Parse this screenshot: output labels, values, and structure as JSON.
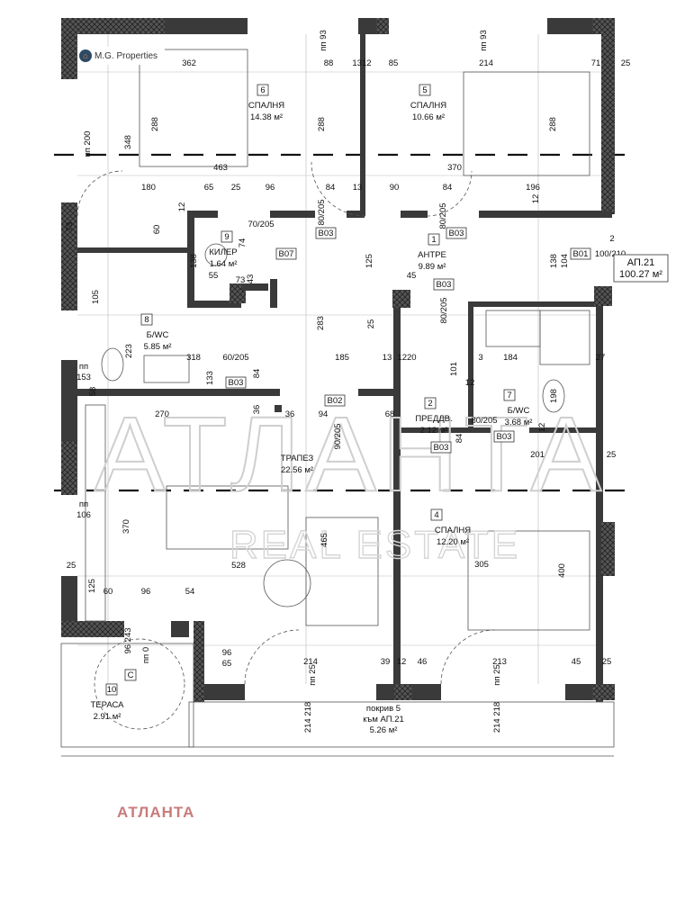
{
  "logo": {
    "text": "M.G. Properties",
    "icon": "house-icon"
  },
  "brand_footer": "АТЛАНТА",
  "watermark": {
    "main": "АТЛАНТА",
    "sub": "REAL ESTATE"
  },
  "apartment": {
    "name": "АП.21",
    "area": "100.27 м²"
  },
  "rooms": [
    {
      "num": "1",
      "name": "АНТРЕ",
      "area": "9.89 м²"
    },
    {
      "num": "2",
      "name": "ПРЕДДВ.",
      "area": "2.12 м²"
    },
    {
      "num": "4",
      "name": "СПАЛНЯ",
      "area": "12.20 м²"
    },
    {
      "num": "5",
      "name": "СПАЛНЯ",
      "area": "10.66 м²"
    },
    {
      "num": "6",
      "name": "СПАЛНЯ",
      "area": "14.38 м²"
    },
    {
      "num": "7",
      "name": "Б/WC",
      "area": "3.68 м²"
    },
    {
      "num": "8",
      "name": "Б/WC",
      "area": "5.85 м²"
    },
    {
      "num": "9",
      "name": "КИЛЕР",
      "area": "1.64 м²"
    },
    {
      "num": "",
      "name": "ТРАПЕЗ",
      "area": "22.56 м²"
    },
    {
      "num": "10",
      "name": "ТЕРАСА",
      "area": "2.91 м²",
      "tag": "C"
    },
    {
      "num": "",
      "name": "покрив 5",
      "name2": "към АП.21",
      "area": "5.26 м²"
    }
  ],
  "doors": [
    "B03",
    "B03",
    "B07",
    "B03",
    "B01",
    "B03",
    "B03",
    "B02",
    "B03",
    "B03"
  ],
  "door_sizes": [
    "80/205",
    "80/205",
    "70/205",
    "100/210",
    "80/205",
    "60/205",
    "90/205",
    "80/205"
  ],
  "dimensions": [
    "пп 93",
    "пп 93",
    "362",
    "88",
    "1312",
    "85",
    "214",
    "71",
    "25",
    "288",
    "288",
    "288",
    "348",
    "пп 200",
    "463",
    "370",
    "180",
    "65",
    "25",
    "96",
    "84",
    "13",
    "90",
    "84",
    "196",
    "12",
    "12",
    "73",
    "60",
    "138",
    "74",
    "55",
    "73",
    "43",
    "125",
    "138",
    "104",
    "2",
    "45",
    "105",
    "223",
    "318",
    "283",
    "25",
    "185",
    "13",
    "1220",
    "101",
    "3",
    "184",
    "27",
    "12",
    "198",
    "84",
    "133",
    "пп",
    "153",
    "58",
    "36",
    "270",
    "36",
    "94",
    "68",
    "12",
    "84",
    "201",
    "25",
    "пп",
    "106",
    "370",
    "465",
    "528",
    "305",
    "400",
    "25",
    "125",
    "60",
    "96",
    "54",
    "пп 0",
    "96 243",
    "96",
    "65",
    "214",
    "39",
    "12",
    "46",
    "213",
    "45",
    "25",
    "пп 25",
    "пп 25",
    "214 218",
    "214 218"
  ],
  "colors": {
    "wall": "#3a3a3a",
    "brand": "#c97b7b",
    "logo_bg": "#2d4a66"
  }
}
